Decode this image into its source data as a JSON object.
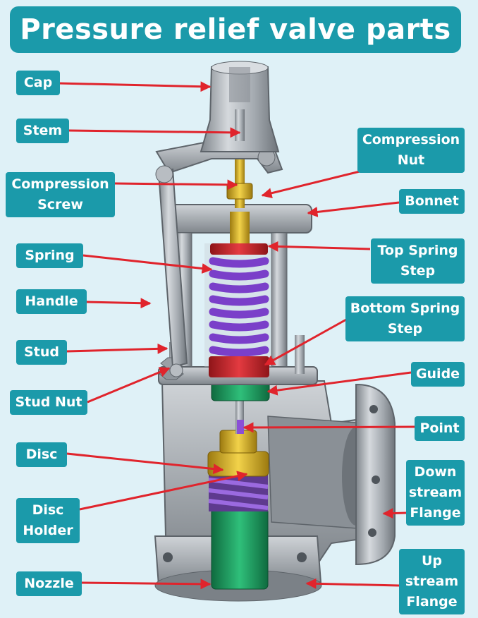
{
  "title": "Pressure relief valve parts",
  "labels": {
    "cap": [
      "Cap"
    ],
    "stem": [
      "Stem"
    ],
    "compression_screw": [
      "Compression",
      "Screw"
    ],
    "spring": [
      "Spring"
    ],
    "handle": [
      "Handle"
    ],
    "stud": [
      "Stud"
    ],
    "stud_nut": [
      "Stud Nut"
    ],
    "disc": [
      "Disc"
    ],
    "disc_holder": [
      "Disc",
      "Holder"
    ],
    "nozzle": [
      "Nozzle"
    ],
    "compression_nut": [
      "Compression",
      "Nut"
    ],
    "bonnet": [
      "Bonnet"
    ],
    "top_spring_step": [
      "Top Spring",
      "Step"
    ],
    "bottom_spring_step": [
      "Bottom Spring",
      "Step"
    ],
    "guide": [
      "Guide"
    ],
    "point": [
      "Point"
    ],
    "down_stream_flange": [
      "Down",
      "stream",
      "Flange"
    ],
    "up_stream_flange": [
      "Up",
      "stream",
      "Flange"
    ]
  },
  "colors": {
    "label_bg": "#1b9aaa",
    "arrow": "#e0242c",
    "background": "#dff1f7",
    "metal": "#a7acb1",
    "spring": "#7a3fc9",
    "brass": "#d9b21a",
    "green": "#1f9c62",
    "red_step": "#c9282e"
  }
}
